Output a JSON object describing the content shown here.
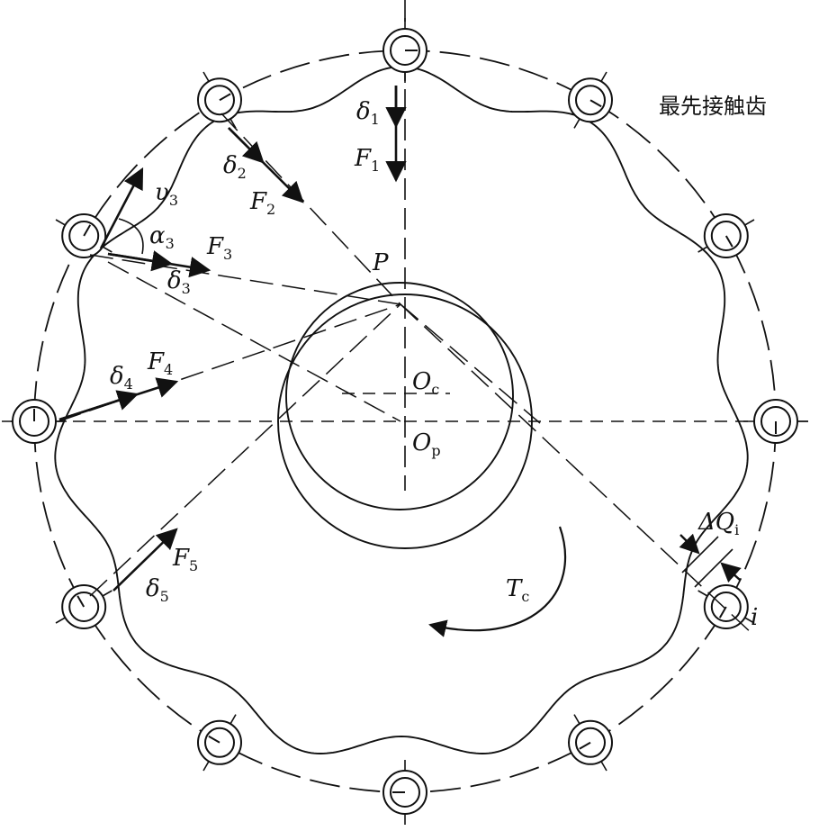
{
  "diagram": {
    "labels": {
      "first_contact": "最先接触齿",
      "pitch_point": "P",
      "center_c": {
        "base": "O",
        "sub": "c"
      },
      "center_p": {
        "base": "O",
        "sub": "p"
      },
      "torque": {
        "base": "T",
        "sub": "c"
      },
      "delta_q": {
        "base": "ΔQ",
        "sub": "i"
      },
      "tooth_index": "i",
      "v3": {
        "base": "υ",
        "sub": "3"
      },
      "alpha3": {
        "base": "α",
        "sub": "3"
      }
    },
    "teeth_contacts": [
      {
        "delta": "δ",
        "F": "F",
        "index": "1"
      },
      {
        "delta": "δ",
        "F": "F",
        "index": "2"
      },
      {
        "delta": "δ",
        "F": "F",
        "index": "3"
      },
      {
        "delta": "δ",
        "F": "F",
        "index": "4"
      },
      {
        "delta": "δ",
        "F": "F",
        "index": "5"
      }
    ],
    "pin_count": 12,
    "lobe_count": 11
  }
}
